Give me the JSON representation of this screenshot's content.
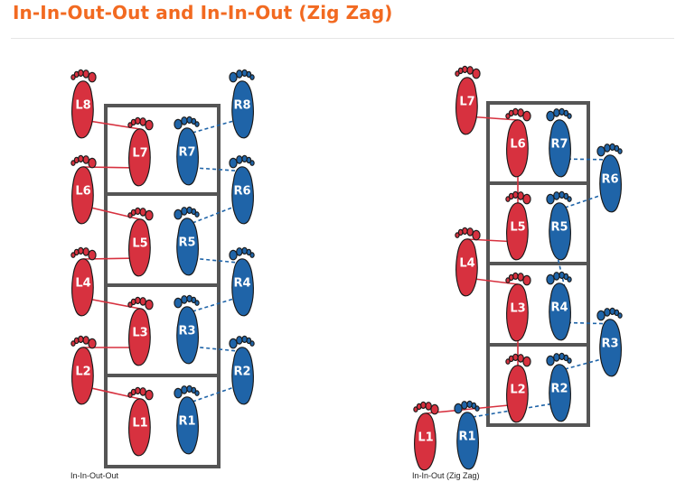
{
  "title": "In-In-Out-Out and In-In-Out (Zig Zag)",
  "colors": {
    "left": "#d7313f",
    "right": "#1f64a8",
    "title": "#f26a21",
    "box": "#555555"
  },
  "diagrams": [
    {
      "caption": "In-In-Out-Out",
      "feet": [
        {
          "label": "L1",
          "side": "left"
        },
        {
          "label": "R1",
          "side": "right"
        },
        {
          "label": "L2",
          "side": "left"
        },
        {
          "label": "R2",
          "side": "right"
        },
        {
          "label": "L3",
          "side": "left"
        },
        {
          "label": "R3",
          "side": "right"
        },
        {
          "label": "L4",
          "side": "left"
        },
        {
          "label": "R4",
          "side": "right"
        },
        {
          "label": "L5",
          "side": "left"
        },
        {
          "label": "R5",
          "side": "right"
        },
        {
          "label": "L6",
          "side": "left"
        },
        {
          "label": "R6",
          "side": "right"
        },
        {
          "label": "L7",
          "side": "left"
        },
        {
          "label": "R7",
          "side": "right"
        },
        {
          "label": "L8",
          "side": "left"
        },
        {
          "label": "R8",
          "side": "right"
        }
      ]
    },
    {
      "caption": "In-In-Out (Zig Zag)",
      "feet": [
        {
          "label": "L1",
          "side": "left"
        },
        {
          "label": "R1",
          "side": "right"
        },
        {
          "label": "L2",
          "side": "left"
        },
        {
          "label": "R2",
          "side": "right"
        },
        {
          "label": "L3",
          "side": "left"
        },
        {
          "label": "R3",
          "side": "right"
        },
        {
          "label": "L4",
          "side": "left"
        },
        {
          "label": "R4",
          "side": "right"
        },
        {
          "label": "L5",
          "side": "left"
        },
        {
          "label": "R5",
          "side": "right"
        },
        {
          "label": "L6",
          "side": "left"
        },
        {
          "label": "R6",
          "side": "right"
        },
        {
          "label": "L7",
          "side": "left"
        },
        {
          "label": "R7",
          "side": "right"
        }
      ]
    }
  ]
}
